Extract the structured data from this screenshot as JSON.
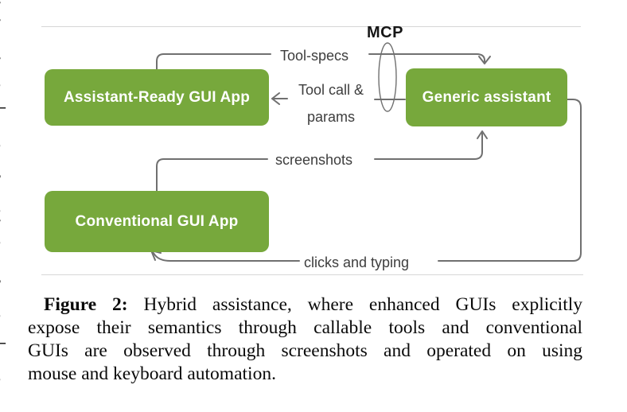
{
  "figure": {
    "mcp_label": "MCP",
    "nodes": [
      {
        "label": "Assistant-Ready GUI App"
      },
      {
        "label": "Generic assistant"
      },
      {
        "label": "Conventional GUI App"
      }
    ],
    "edge_labels": {
      "tool_specs": "Tool-specs",
      "tool_call_line1": "Tool call &",
      "tool_call_line2": "params",
      "screenshots": "screenshots",
      "clicks_and_typing": "clicks and typing"
    },
    "colors": {
      "node_green": "#77a83c",
      "node_text": "#ffffff",
      "arrow_gray": "#707070",
      "label_dark": "#3d3d3d",
      "rule_gray": "#d6d6d6"
    }
  },
  "caption": {
    "label": "Figure 2:",
    "line1_rest": "Hybrid assistance, where enhanced GUIs explicitly",
    "line2": "expose their semantics through callable tools and conventional",
    "line3": "GUIs are observed through screenshots and operated on using",
    "line4": "mouse and keyboard automation."
  },
  "edge_marks": [
    ".",
    ".",
    ".",
    ".",
    "–",
    ".",
    ",",
    ".",
    ".",
    ".",
    ",",
    ".",
    "–",
    "."
  ]
}
